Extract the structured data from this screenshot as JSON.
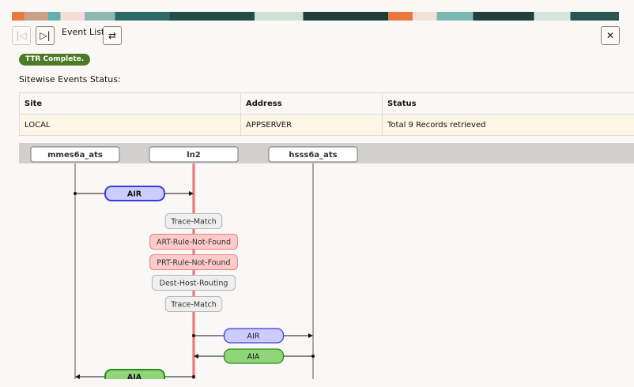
{
  "toolbar": {
    "first_icon": "skip-first-icon",
    "last_icon": "skip-last-icon",
    "title": "Event List",
    "swap_icon": "swap-icon",
    "close_icon": "close-icon"
  },
  "badge": {
    "text": "TTR Complete.",
    "color": "#4c7a27"
  },
  "section_title": "Sitewise Events Status:",
  "table": {
    "columns": [
      "Site",
      "Address",
      "Status"
    ],
    "rows": [
      [
        "LOCAL",
        "APPSERVER",
        "Total 9 Records retrieved"
      ]
    ]
  },
  "diagram": {
    "lifelines": [
      "mmes6a_ats",
      "ln2",
      "hsss6a_ats"
    ],
    "messages": [
      {
        "label": "AIR",
        "from": 0,
        "to": 1,
        "kind": "request"
      },
      {
        "label": "Trace-Match",
        "kind": "note"
      },
      {
        "label": "ART-Rule-Not-Found",
        "kind": "error-note"
      },
      {
        "label": "PRT-Rule-Not-Found",
        "kind": "error-note"
      },
      {
        "label": "Dest-Host-Routing",
        "kind": "note"
      },
      {
        "label": "Trace-Match",
        "kind": "note"
      },
      {
        "label": "AIR",
        "from": 1,
        "to": 2,
        "kind": "request"
      },
      {
        "label": "AIA",
        "from": 2,
        "to": 1,
        "kind": "answer"
      },
      {
        "label": "AIA",
        "from": 1,
        "to": 0,
        "kind": "answer"
      }
    ]
  }
}
